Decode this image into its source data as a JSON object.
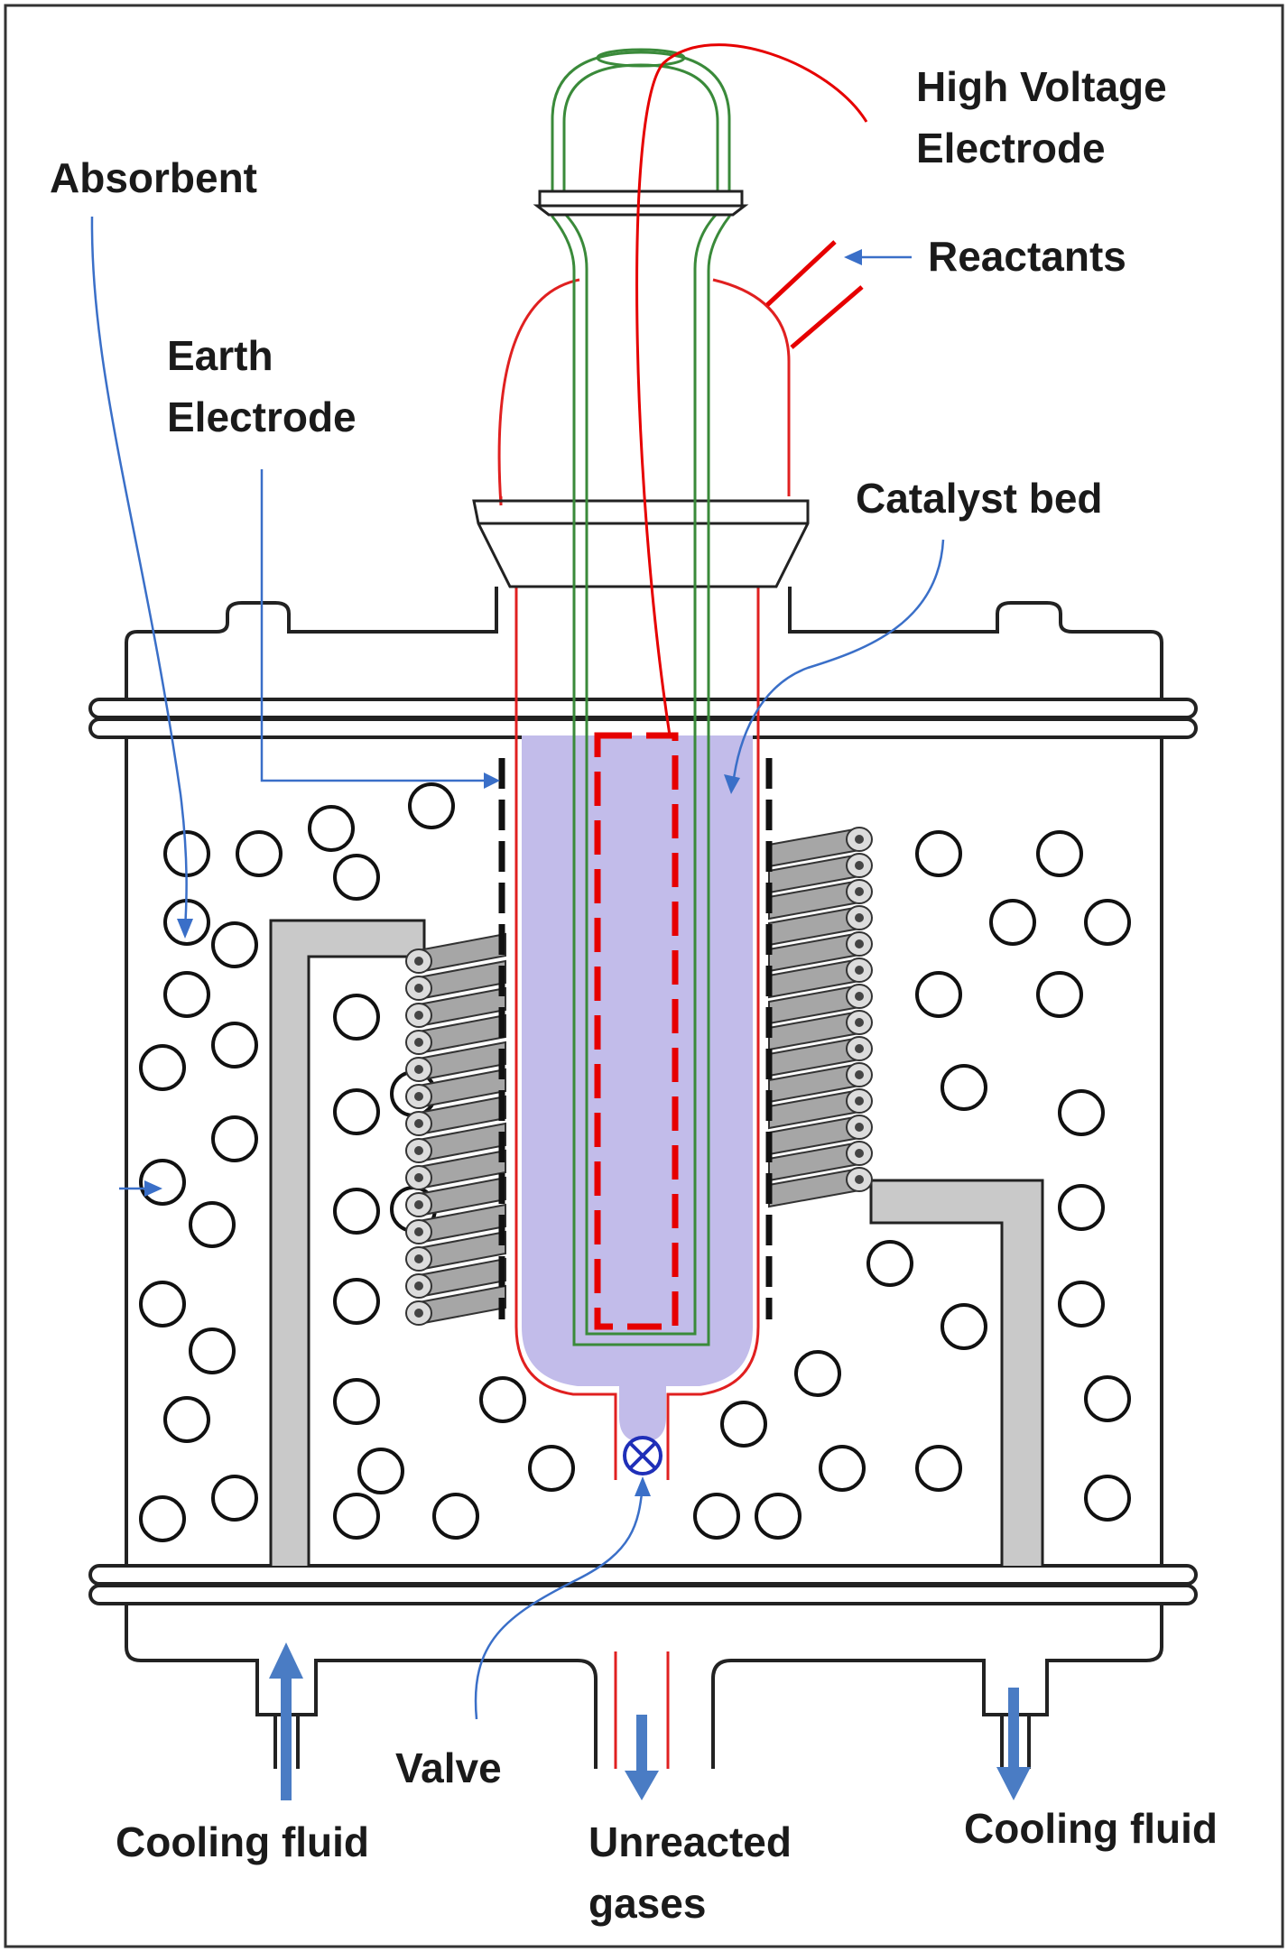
{
  "labels": {
    "high_voltage_electrode_line1": "High Voltage",
    "high_voltage_electrode_line2": "Electrode",
    "absorbent": "Absorbent",
    "reactants": "Reactants",
    "earth_electrode_line1": "Earth",
    "earth_electrode_line2": "Electrode",
    "catalyst_bed": "Catalyst bed",
    "valve": "Valve",
    "cooling_fluid_in": "Cooling fluid",
    "unreacted_gases_line1": "Unreacted",
    "unreacted_gases_line2": "gases",
    "cooling_fluid_out": "Cooling fluid"
  },
  "colors": {
    "outline": "#222222",
    "reactor_wall": "#e02020",
    "electrode_tube": "#3a8a3a",
    "hv_electrode": "#e60000",
    "catalyst_bed": "#c2bcea",
    "coil": "#9a9a9a",
    "leader_lines": "#3a6fc8",
    "flow_arrows": "#4a7cc4",
    "valve": "#1f2fb8"
  }
}
